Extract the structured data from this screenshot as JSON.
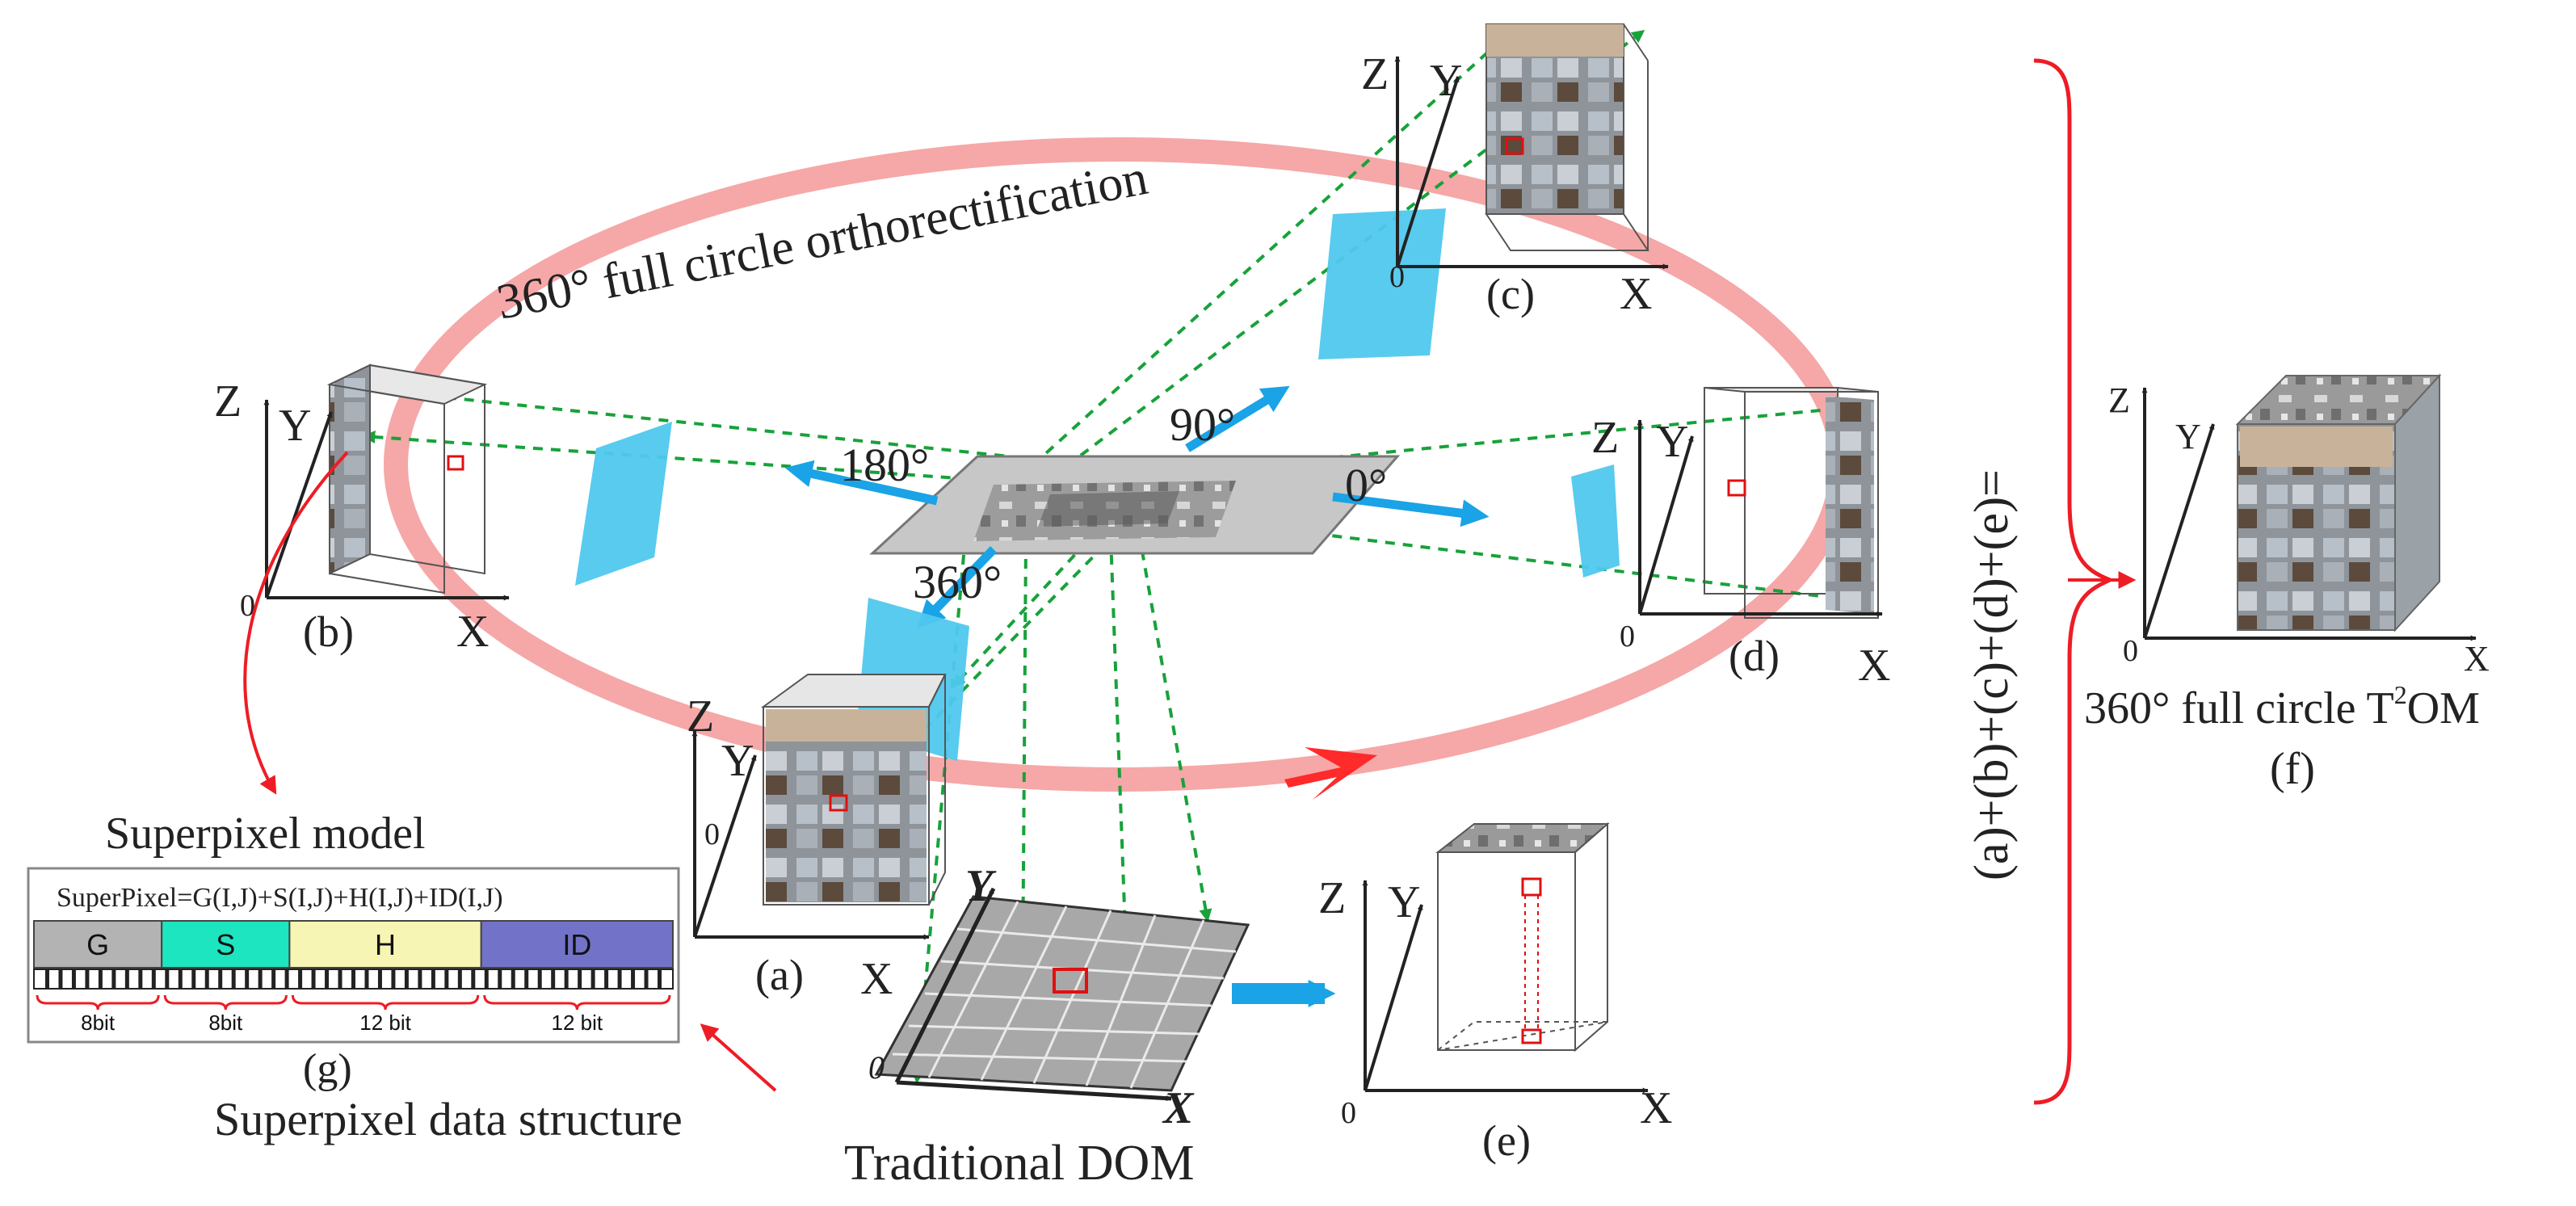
{
  "ring_title": "360° full circle orthorectification",
  "angles": {
    "a0": "0°",
    "a90": "90°",
    "a180": "180°",
    "a360": "360°"
  },
  "views": {
    "a": {
      "tag": "(a)",
      "z": "Z",
      "y": "Y",
      "x": "X",
      "origin": "0"
    },
    "b": {
      "tag": "(b)",
      "z": "Z",
      "y": "Y",
      "x": "X",
      "origin": "0"
    },
    "c": {
      "tag": "(c)",
      "z": "Z",
      "y": "Y",
      "x": "X",
      "origin": "0"
    },
    "d": {
      "tag": "(d)",
      "z": "Z",
      "y": "Y",
      "x": "X",
      "origin": "0"
    },
    "e": {
      "tag": "(e)",
      "z": "Z",
      "y": "Y",
      "x": "X",
      "origin": "0"
    },
    "f": {
      "tag": "(f)",
      "z": "Z",
      "y": "Y",
      "x": "X",
      "origin": "0"
    }
  },
  "dom": {
    "label": "Traditional DOM",
    "y": "Y",
    "x": "X",
    "origin": "0"
  },
  "equation": "(a)+(b)+(c)+(d)+(e)=",
  "result": {
    "label_pre": "360° full circle T",
    "label_sup": "2",
    "label_post": "OM"
  },
  "superpixel": {
    "title": "Superpixel model",
    "formula": "SuperPixel=G(I,J)+S(I,J)+H(I,J)+ID(I,J)",
    "fields": [
      {
        "name": "G",
        "bits": "8bit",
        "color": "#b3b3b3"
      },
      {
        "name": "S",
        "bits": "8bit",
        "color": "#1de5c0"
      },
      {
        "name": "H",
        "bits": "12 bit",
        "color": "#f7f5b4"
      },
      {
        "name": "ID",
        "bits": "12 bit",
        "color": "#7273c8"
      }
    ],
    "tag": "(g)",
    "caption": "Superpixel data structure"
  },
  "colors": {
    "ring": "#f5a0a0",
    "ring_arrow": "#ff2a2a",
    "plane": "#4fc8ee",
    "arrow_blue": "#1aa3e6",
    "dash_green": "#17a23a",
    "brace_red": "#ee1c25"
  }
}
